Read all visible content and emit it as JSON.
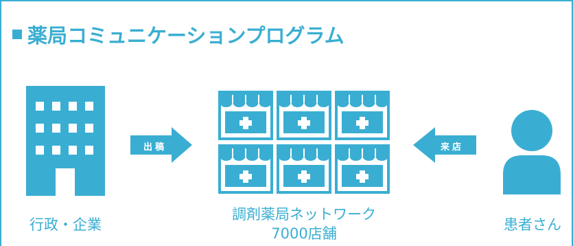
{
  "title": "薬局コミュニケーションプログラム",
  "nodes": {
    "government": {
      "label": "行政・企業",
      "icon": "office-building-icon"
    },
    "pharmacy": {
      "label_line1": "調剤薬局ネットワーク",
      "label_line2": "7000店舗",
      "icon": "pharmacy-storefront-grid-icon"
    },
    "patient": {
      "label": "患者さん",
      "icon": "person-icon"
    }
  },
  "arrows": {
    "left": {
      "label": "出稿",
      "direction": "right"
    },
    "right": {
      "label": "来店",
      "direction": "left"
    }
  },
  "colors": {
    "accent": "#3aaed2",
    "background": "#ffffff"
  }
}
